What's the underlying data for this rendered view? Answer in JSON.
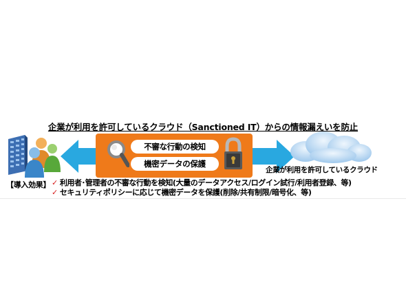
{
  "title": "企業が利用を許可しているクラウド（Sanctioned IT）からの情報漏えいを防止",
  "center_box": {
    "items": [
      "不審な行動の検知",
      "機密データの保護"
    ]
  },
  "cloud": {
    "label": "企業が利用を許可しているクラウド"
  },
  "effects": {
    "label": "【導入効果】",
    "check_symbol": "✓",
    "lines": [
      "利用者･管理者の不審な行動を検知(大量のデータアクセス/ログイン試行/利用者登録、等)",
      "セキュリティポリシーに応じて機密データを保護(削除/共有制限/暗号化、等)"
    ]
  },
  "colors": {
    "orange": "#ef7a1a",
    "arrow_blue": "#29a8e0",
    "check_red": "#d81e1e"
  },
  "icons": [
    "building-icon",
    "users-icon",
    "magnifier-icon",
    "lock-icon",
    "cloud-icon"
  ]
}
